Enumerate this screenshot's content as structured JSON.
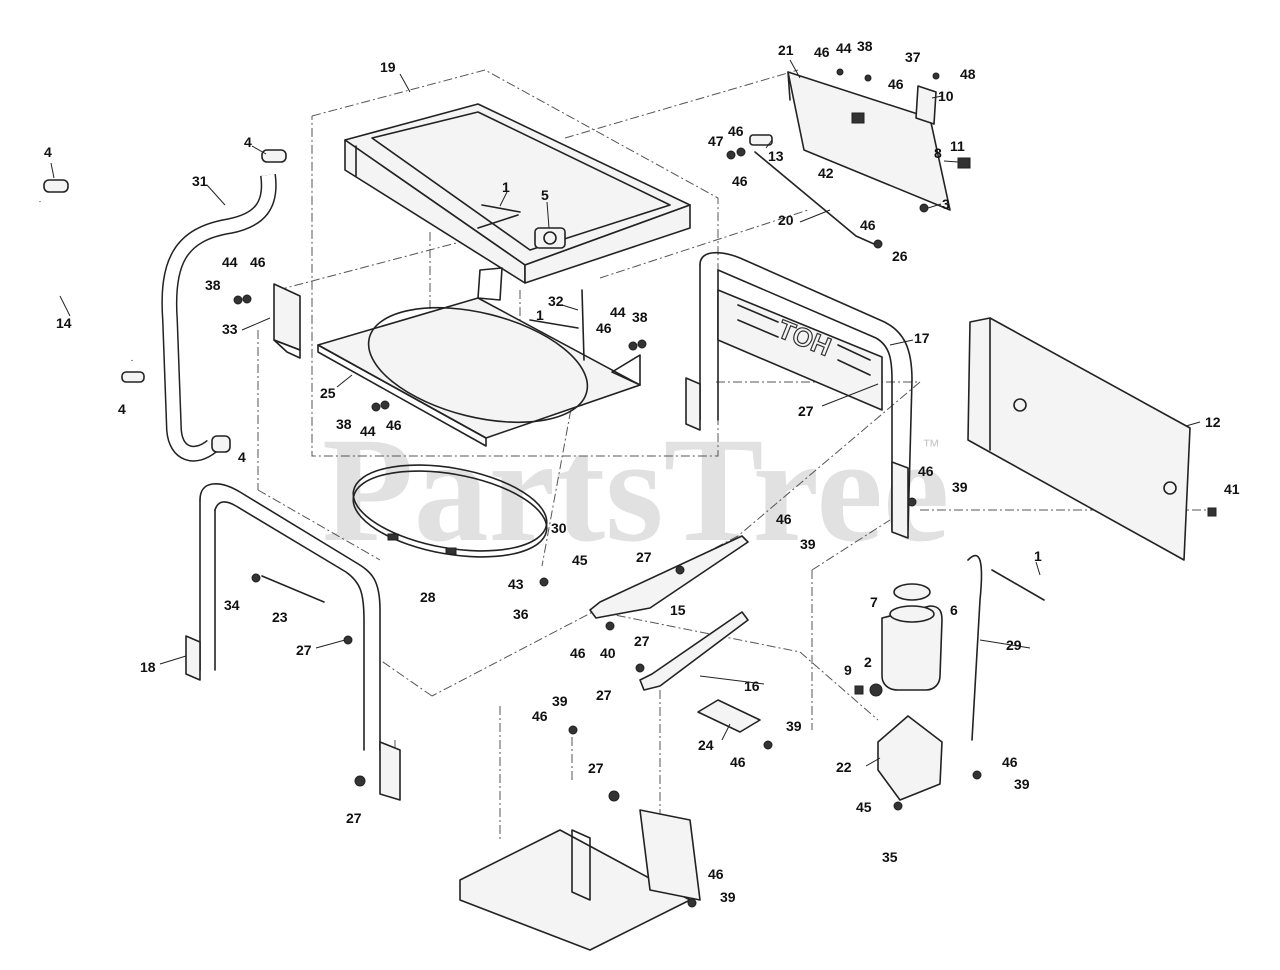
{
  "watermark": {
    "text": "PartsTree",
    "trademark": "™"
  },
  "logo_on_part": "TOH",
  "callouts": {
    "c19": "19",
    "c21": "21",
    "c46a": "46",
    "c44a": "44",
    "c38a": "38",
    "c37": "37",
    "c46b": "46",
    "c48": "48",
    "c10": "10",
    "c47": "47",
    "c46c": "46",
    "c13": "13",
    "c46d": "46",
    "c42": "42",
    "c8": "8",
    "c11": "11",
    "c3": "3",
    "c20": "20",
    "c46e": "46",
    "c26": "26",
    "c4a": "4",
    "c4b": "4",
    "c31": "31",
    "c1a": "1",
    "c5": "5",
    "c14": "14",
    "c44b": "44",
    "c46f": "46",
    "c38b": "38",
    "c33": "33",
    "c32": "32",
    "c1b": "1",
    "c44c": "44",
    "c38c": "38",
    "c46g": "46",
    "c25": "25",
    "c17": "17",
    "c12": "12",
    "c4c": "4",
    "c38d": "38",
    "c44d": "44",
    "c46h": "46",
    "c27a": "27",
    "c4d": "4",
    "c46i": "46",
    "c39a": "39",
    "c41": "41",
    "c30": "30",
    "c46j": "46",
    "c39b": "39",
    "c45a": "45",
    "c43": "43",
    "c28": "28",
    "c36": "36",
    "c27b": "27",
    "c1c": "1",
    "c15": "15",
    "c34": "34",
    "c23": "23",
    "c7": "7",
    "c6": "6",
    "c29": "29",
    "c18": "18",
    "c27c": "27",
    "c46k": "46",
    "c40": "40",
    "c27d": "27",
    "c9": "9",
    "c2": "2",
    "c27e": "27",
    "c16": "16",
    "c39c": "39",
    "c46l": "46",
    "c24": "24",
    "c39d": "39",
    "c46m": "46",
    "c46n": "46",
    "c22": "22",
    "c39e": "39",
    "c27f": "27",
    "c27g": "27",
    "c45b": "45",
    "c35": "35",
    "c46o": "46",
    "c39f": "39"
  }
}
